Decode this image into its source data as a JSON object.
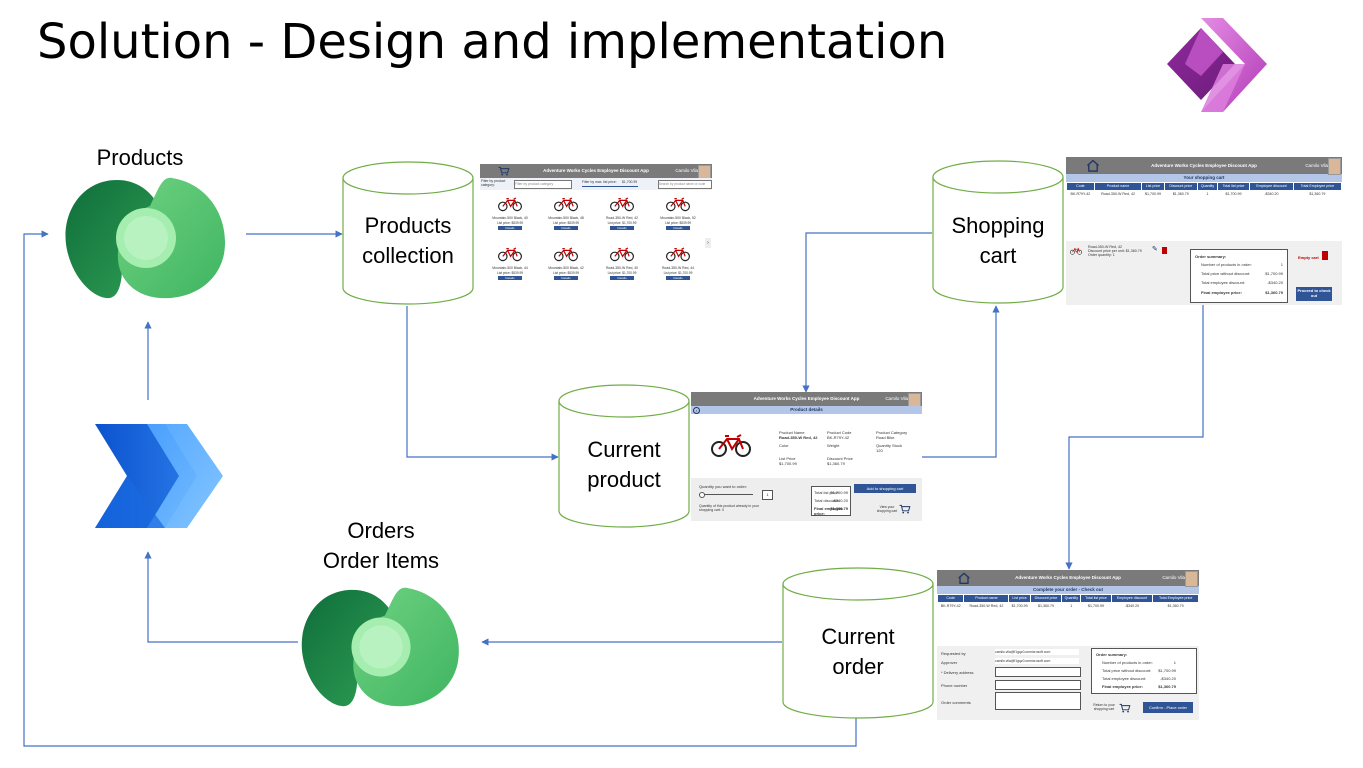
{
  "slide": {
    "title": "Solution - Design and implementation"
  },
  "nodes": {
    "products_label": "Products",
    "products_collection": [
      "Products",
      "collection"
    ],
    "current_product": [
      "Current",
      "product"
    ],
    "shopping_cart": [
      "Shopping",
      "cart"
    ],
    "current_order": [
      "Current",
      "order"
    ],
    "orders_label": [
      "Orders",
      "Order Items"
    ]
  },
  "icons": {
    "dataverse": "dataverse-icon",
    "power_automate": "power-automate-icon",
    "power_apps": "power-apps-icon"
  },
  "colors": {
    "connector": "#4472c4",
    "cylinder_stroke": "#70ad47",
    "app_header": "#7a7a7a",
    "app_band": "#b4c6e7",
    "app_accent": "#2f5597"
  },
  "screens": {
    "app_title": "Adventure Works Cycles Employee Discount App",
    "user": "Camilo Vila",
    "gallery": {
      "filter_category_label": "Filter by product category:",
      "filter_category_placeholder": "Filter by product category",
      "filter_price_label": "Filter by max. list price:",
      "filter_price_value": "$1,700.99",
      "search_placeholder": "Search by product name or code",
      "items": [
        {
          "name": "Mountain-500 Black, 40",
          "price": "List price: $539.99",
          "btn": "Details"
        },
        {
          "name": "Mountain-500 Black, 48",
          "price": "List price: $539.99",
          "btn": "Details"
        },
        {
          "name": "Road-350-W Red, 42",
          "price": "List price: $1,700.99",
          "btn": "Details"
        },
        {
          "name": "Mountain-500 Black, 52",
          "price": "List price: $539.99",
          "btn": "Details"
        },
        {
          "name": "Mountain-500 Black, 44",
          "price": "List price: $539.99",
          "btn": "Details"
        },
        {
          "name": "Mountain-500 Black, 42",
          "price": "List price: $539.99",
          "btn": "Details"
        },
        {
          "name": "Road-350-W Red, 40",
          "price": "List price: $1,700.99",
          "btn": "Details"
        },
        {
          "name": "Road-350-W Red, 44",
          "price": "List price: $1,700.99",
          "btn": "Details"
        }
      ]
    },
    "details": {
      "band": "Product details",
      "f1_label": "Product Name",
      "f1_value": "Road-350-W Red, 42",
      "f2_label": "Product Code",
      "f2_value": "BK-R79Y-42",
      "f3_label": "Product Category",
      "f3_value": "Road Bike",
      "f4_label": "Color",
      "f5_label": "Weight",
      "f6_label": "Quantity Stock",
      "f6_value": "120",
      "f7_label": "List Price",
      "f7_value": "$1,700.99",
      "f8_label": "Discount Price",
      "f8_value": "$1,360.79",
      "qty_label": "Quantity you want to order:",
      "qty_value": "1",
      "already_label": "Quantity of this product already in your shopping cart: 0",
      "total_list": "Total list price:",
      "total_list_value": "$1,700.99",
      "total_disc": "Total discount:",
      "total_disc_value": "-$340.20",
      "final_price": "Final employee price:",
      "final_price_value": "$1,360.79",
      "add_btn": "Add to shopping cart",
      "view_cart": "View your shopping cart"
    },
    "cart": {
      "band": "Your shopping cart",
      "columns": [
        "Code",
        "Product name",
        "List price",
        "Discount price",
        "Quantity",
        "Total list price",
        "Employee discount",
        "Total Employee price"
      ],
      "row": [
        "BK-R79Y-42",
        "Road-350-W Red, 42",
        "$1,700.99",
        "$1,360.79",
        "1",
        "$1,700.99",
        "-$340.20",
        "$1,360.79"
      ],
      "item_name": "Road-350-W Red, 42",
      "item_price": "Discount price per unit: $1,360.79",
      "item_qty": "Order quantity: 1",
      "summary_title": "Order summary:",
      "s1": "Number of products in order:",
      "s1v": "1",
      "s2": "Total price without discount:",
      "s2v": "$1,700.99",
      "s3": "Total employee discount:",
      "s3v": "-$340.20",
      "s4": "Final employee price:",
      "s4v": "$1,360.79",
      "empty_cart": "Empty cart",
      "checkout_btn": "Proceed to check out"
    },
    "checkout": {
      "band": "Complete your order - Check out",
      "columns": [
        "Code",
        "Product name",
        "List price",
        "Discount price",
        "Quantity",
        "Total list price",
        "Employee discount",
        "Total Employee price"
      ],
      "row": [
        "BK-R79Y-42",
        "Road-350-W Red, 42",
        "$1,700.99",
        "$1,360.79",
        "1",
        "$1,700.99",
        "-$340.20",
        "$1,360.79"
      ],
      "requested_by": "Requested by",
      "requested_value": "camilo.vila@f1gqz0.onmicrosoft.com",
      "approver": "Approver",
      "approver_value": "camilo.vila@f1gqz0.onmicrosoft.com",
      "delivery": "* Delivery address",
      "phone": "Phone number",
      "comments": "Order comments",
      "summary_title": "Order summary:",
      "s1": "Number of products in order:",
      "s1v": "1",
      "s2": "Total price without discount:",
      "s2v": "$1,700.99",
      "s3": "Total employee discount:",
      "s3v": "-$340.20",
      "s4": "Final employee price:",
      "s4v": "$1,360.79",
      "return_cart": "Return to your shopping cart",
      "confirm_btn": "Confirm - Place order"
    }
  }
}
